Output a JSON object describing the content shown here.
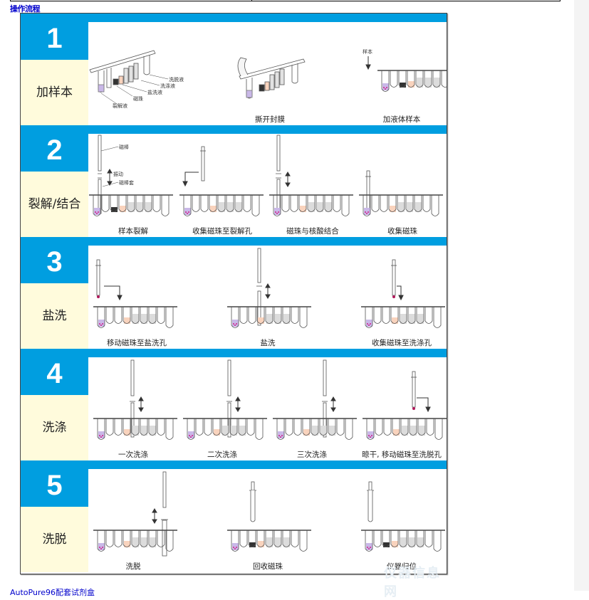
{
  "page": {
    "heading": "操作流程",
    "bottom_link": "AutoPure96配套试剂盒"
  },
  "figure": {
    "watermark": "仪器信息网",
    "colors": {
      "accent_blue": "#009ee0",
      "label_bg": "#fffbdc",
      "lysis_purple": "#c9b8e8",
      "beads_black": "#333333",
      "salt_wash_peach": "#f9d3bd",
      "wash_gray": "#dcdcdc",
      "sample_magenta": "#d0208a"
    },
    "steps": [
      {
        "number": "1",
        "name": "加样本",
        "panels": [
          {
            "caption": "",
            "labels": [
              "洗脱液",
              "洗涤液",
              "盐洗液",
              "磁珠",
              "裂解液"
            ]
          },
          {
            "caption": "撕开封膜",
            "labels": []
          },
          {
            "caption": "加液体样本",
            "labels": [
              "样本"
            ]
          }
        ]
      },
      {
        "number": "2",
        "name": "裂解/结合",
        "panels": [
          {
            "caption": "样本裂解",
            "labels": [
              "磁棒",
              "振动",
              "磁棒套"
            ]
          },
          {
            "caption": "收集磁珠至裂解孔",
            "labels": []
          },
          {
            "caption": "磁珠与核酸结合",
            "labels": []
          },
          {
            "caption": "收集磁珠",
            "labels": []
          }
        ]
      },
      {
        "number": "3",
        "name": "盐洗",
        "panels": [
          {
            "caption": "移动磁珠至盐洗孔",
            "labels": []
          },
          {
            "caption": "盐洗",
            "labels": []
          },
          {
            "caption": "收集磁珠至洗涤孔",
            "labels": []
          }
        ]
      },
      {
        "number": "4",
        "name": "洗涤",
        "panels": [
          {
            "caption": "一次洗涤",
            "labels": []
          },
          {
            "caption": "二次洗涤",
            "labels": []
          },
          {
            "caption": "三次洗涤",
            "labels": []
          },
          {
            "caption": "晾干, 移动磁珠至洗脱孔",
            "labels": []
          }
        ]
      },
      {
        "number": "5",
        "name": "洗脱",
        "panels": [
          {
            "caption": "洗脱",
            "labels": []
          },
          {
            "caption": "回收磁珠",
            "labels": []
          },
          {
            "caption": "仪器归位",
            "labels": []
          }
        ]
      }
    ]
  }
}
